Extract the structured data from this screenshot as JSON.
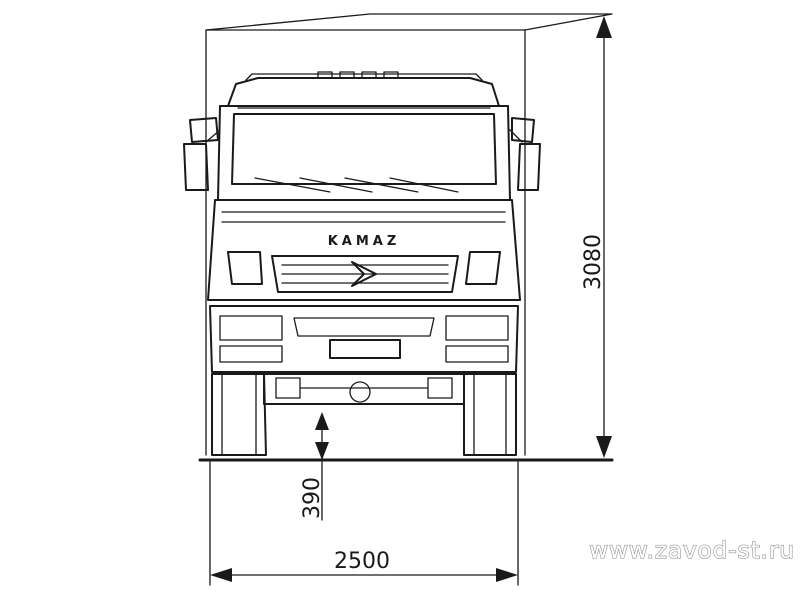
{
  "drawing": {
    "brand_label": "KAMAZ",
    "dimensions": {
      "height_label": "3080",
      "ground_clearance_label": "390",
      "width_label": "2500"
    }
  },
  "watermark": "www.zavod-st.ru"
}
